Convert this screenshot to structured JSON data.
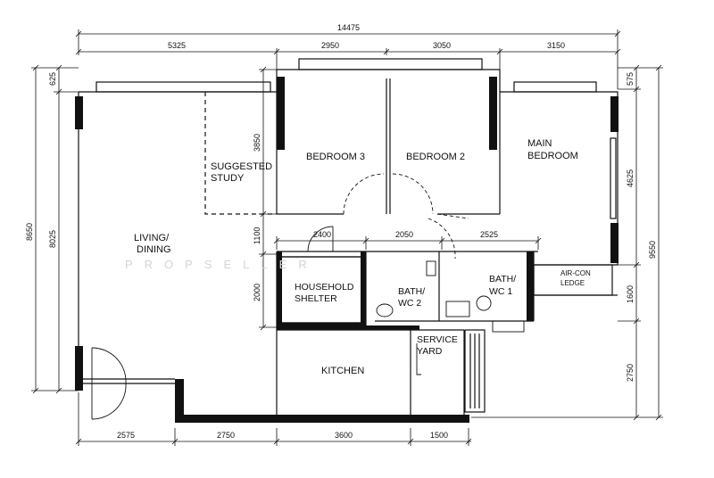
{
  "rooms": {
    "living_line1": "LIVING/",
    "living_line2": "DINING",
    "study_line1": "SUGGESTED",
    "study_line2": "STUDY",
    "bedroom3": "BEDROOM 3",
    "bedroom2": "BEDROOM 2",
    "main_line1": "MAIN",
    "main_line2": "BEDROOM",
    "shelter_line1": "HOUSEHOLD",
    "shelter_line2": "SHELTER",
    "bath2_line1": "BATH/",
    "bath2_line2": "WC 2",
    "bath1_line1": "BATH/",
    "bath1_line2": "WC 1",
    "aircon_line1": "AIR-CON",
    "aircon_line2": "LEDGE",
    "service_line1": "SERVICE",
    "service_line2": "YARD",
    "kitchen": "KITCHEN"
  },
  "dimensions": {
    "top_overall": "14475",
    "top_1": "5325",
    "top_2": "2950",
    "top_3": "3050",
    "top_4": "3150",
    "inner_1": "2400",
    "inner_2": "2050",
    "inner_3": "2525",
    "bottom_1": "2575",
    "bottom_2": "2750",
    "bottom_3": "3600",
    "bottom_4": "1500",
    "left_overall": "8650",
    "left_1": "625",
    "left_2": "8025",
    "mid_1": "3850",
    "mid_2": "1100",
    "mid_3": "2000",
    "right_1": "575",
    "right_2": "4625",
    "right_3": "1600",
    "right_4": "2750",
    "right_overall": "9550"
  },
  "watermark": "PROPSELLER"
}
